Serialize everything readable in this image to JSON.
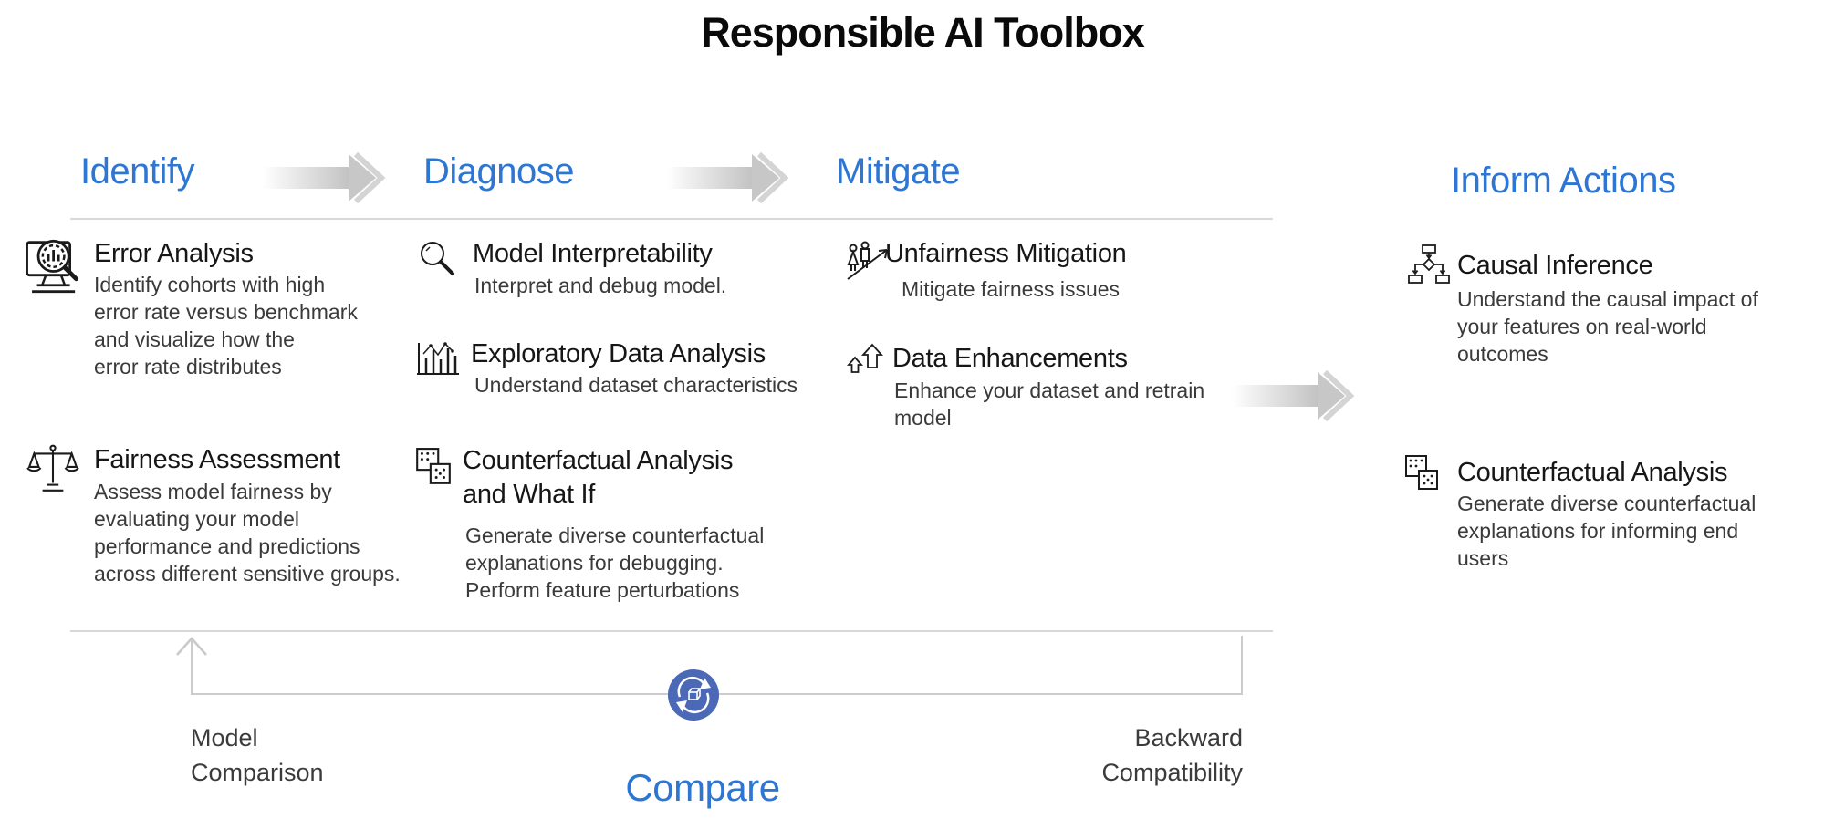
{
  "title": "Responsible AI Toolbox",
  "colors": {
    "accent_blue": "#2e76d4",
    "compare_circle_blue": "#4b69b7",
    "arrow_gray": "#c7c7c7",
    "line_gray": "#d8d8d8"
  },
  "stages": [
    {
      "header": "Identify",
      "items": [
        {
          "icon": "error-analysis-icon",
          "title": "Error Analysis",
          "desc": "Identify cohorts with high\nerror rate versus benchmark\nand visualize how the\nerror rate distributes"
        },
        {
          "icon": "fairness-scales-icon",
          "title": "Fairness Assessment",
          "desc": "Assess model fairness by\nevaluating your model\nperformance and predictions\nacross different sensitive groups."
        }
      ]
    },
    {
      "header": "Diagnose",
      "items": [
        {
          "icon": "magnifier-icon",
          "title": "Model Interpretability",
          "desc": "Interpret and debug model."
        },
        {
          "icon": "bar-chart-icon",
          "title": "Exploratory Data Analysis",
          "desc": "Understand dataset characteristics"
        },
        {
          "icon": "dice-icon",
          "title": "Counterfactual Analysis\nand What If",
          "desc": "Generate diverse counterfactual\nexplanations for debugging.\nPerform feature perturbations"
        }
      ]
    },
    {
      "header": "Mitigate",
      "items": [
        {
          "icon": "people-rising-arrow-icon",
          "title": "Unfairness Mitigation",
          "desc": "Mitigate fairness issues"
        },
        {
          "icon": "up-arrows-icon",
          "title": "Data Enhancements",
          "desc": "Enhance your dataset and retrain\nmodel"
        }
      ]
    },
    {
      "header": "Inform Actions",
      "items": [
        {
          "icon": "flowchart-icon",
          "title": "Causal Inference",
          "desc": "Understand the causal impact of\nyour features on real-world\noutcomes"
        },
        {
          "icon": "dice-icon",
          "title": "Counterfactual Analysis",
          "desc": "Generate diverse counterfactual\nexplanations for informing end\nusers"
        }
      ]
    }
  ],
  "compare_loop": {
    "left_label": "Model\nComparison",
    "right_label": "Backward\nCompatibility",
    "center_label": "Compare",
    "icon": "sync-arrows-icon"
  }
}
